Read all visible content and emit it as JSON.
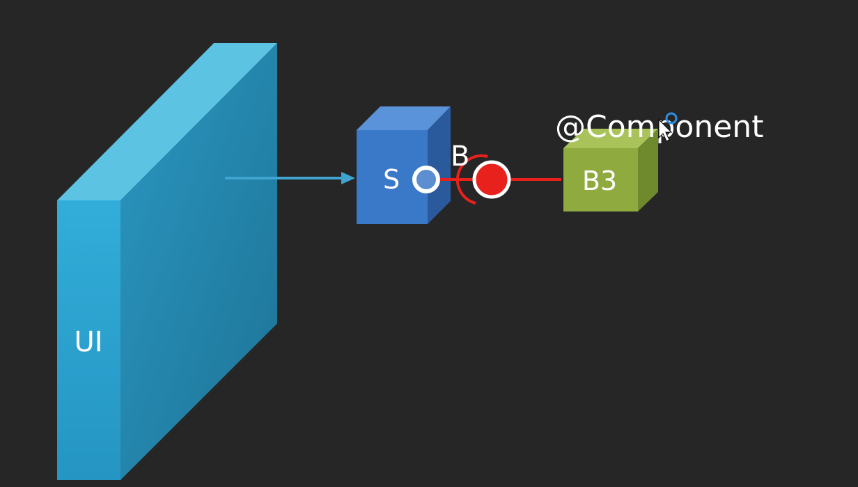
{
  "blocks": {
    "ui": {
      "label": "UI",
      "front": "#2ea8d6",
      "side": "#227fa3",
      "top": "#5cc3e3"
    },
    "service": {
      "label": "S",
      "front": "#3a78c8",
      "side": "#2a5a9b",
      "top": "#5b93da"
    },
    "bean": {
      "label": "B3",
      "front": "#8faa3e",
      "side": "#6e8a2d",
      "top": "#a9c35a"
    }
  },
  "connector": {
    "label": "B",
    "line_color": "#e8211c",
    "ring_color": "#ffffff"
  },
  "annotation": {
    "text": "@Component",
    "cursor_color": "#2f8fe0"
  },
  "arrow": {
    "color": "#3fa4cf"
  }
}
